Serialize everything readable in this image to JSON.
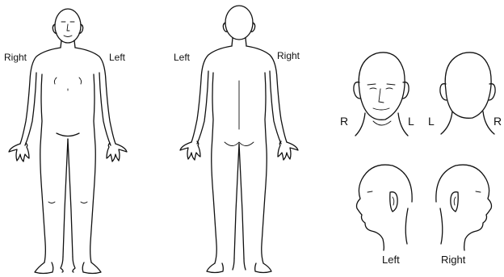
{
  "front_body": {
    "label_right": "Right",
    "label_left": "Left"
  },
  "back_body": {
    "label_left": "Left",
    "label_right": "Right"
  },
  "head_front": {
    "label_r": "R",
    "label_l": "L"
  },
  "head_back": {
    "label_l": "L",
    "label_r": "R"
  },
  "head_profiles": {
    "label_left": "Left",
    "label_right": "Right"
  }
}
